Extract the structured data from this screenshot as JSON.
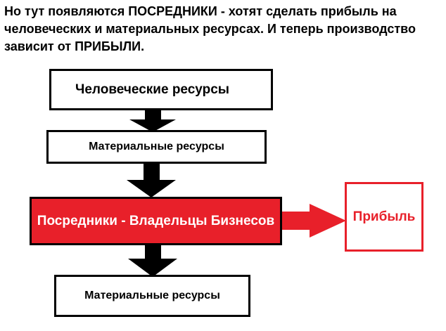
{
  "intro_text": "  Но тут появляются ПОСРЕДНИКИ -  хотят сделать прибыль на\nчеловеческих и  материальных  ресурсах. И теперь производство\nзависит от ПРИБЫЛИ.",
  "boxes": {
    "human_resources": "Человеческие ресурсы",
    "material_resources_top": "Материальные ресурсы",
    "intermediaries": "Посредники - Владельцы Бизнесов",
    "material_resources_bottom": "Материальные ресурсы",
    "profit": "Прибыль"
  },
  "colors": {
    "accent_red": "#e8202a",
    "arrow_black": "#000000"
  }
}
